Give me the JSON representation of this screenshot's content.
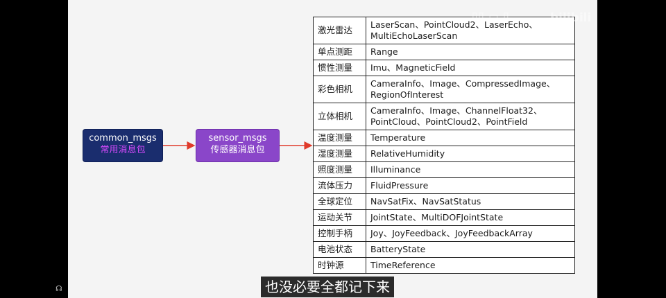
{
  "nodes": {
    "common": {
      "name": "common_msgs",
      "desc": "常用消息包"
    },
    "sensor": {
      "name": "sensor_msgs",
      "desc": "传感器消息包"
    }
  },
  "table": [
    {
      "cat": "激光雷达",
      "msgs": "LaserScan、PointCloud2、LaserEcho、MultiEchoLaserScan",
      "tall": true
    },
    {
      "cat": "单点测距",
      "msgs": "Range"
    },
    {
      "cat": "惯性测量",
      "msgs": "Imu、MagneticField"
    },
    {
      "cat": "彩色相机",
      "msgs": "CameraInfo、Image、CompressedImage、RegionOfInterest",
      "tall": true
    },
    {
      "cat": "立体相机",
      "msgs": "CameraInfo、Image、ChannelFloat32、PointCloud、PointCloud2、PointField",
      "tall": true
    },
    {
      "cat": "温度测量",
      "msgs": "Temperature"
    },
    {
      "cat": "湿度测量",
      "msgs": "RelativeHumidity"
    },
    {
      "cat": "照度测量",
      "msgs": "Illuminance"
    },
    {
      "cat": "流体压力",
      "msgs": "FluidPressure"
    },
    {
      "cat": "全球定位",
      "msgs": "NavSatFix、NavSatStatus"
    },
    {
      "cat": "运动关节",
      "msgs": "JointState、MultiDOFJointState"
    },
    {
      "cat": "控制手柄",
      "msgs": "Joy、JoyFeedback、JoyFeedbackArray"
    },
    {
      "cat": "电池状态",
      "msgs": "BatteryState"
    },
    {
      "cat": "时钟源",
      "msgs": "TimeReference"
    }
  ],
  "subtitle": "也没必要全都记下来",
  "watermark": "bilibili",
  "colors": {
    "arrow": "#e03a2a",
    "common_bg": "#1a2d6e",
    "sensor_bg": "#8a46c9"
  }
}
